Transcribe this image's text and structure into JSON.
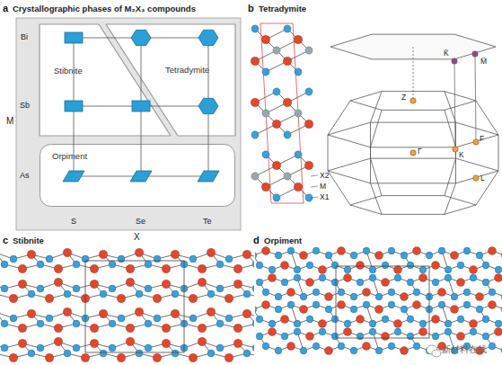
{
  "diagram": {
    "nodes": [
      {
        "text": [
          "Stibnite"
        ]
      },
      {
        "text": [
          "Tetradymite"
        ]
      },
      {
        "text": [
          "Orpiment"
        ]
      }
    ],
    "labels": [
      "a",
      "Crystallographic phases of M₂X₃ compounds",
      "Bi",
      "Sb",
      "As",
      "M",
      "S",
      "Se",
      "Te",
      "X",
      "b",
      "Tetradymite",
      "X2",
      "M",
      "X1",
      "K̄",
      "M̄",
      "Z",
      "K",
      "F",
      "Γ",
      "L",
      "c",
      "Stibnite",
      "d",
      "Orpiment",
      "新材料在线"
    ]
  }
}
